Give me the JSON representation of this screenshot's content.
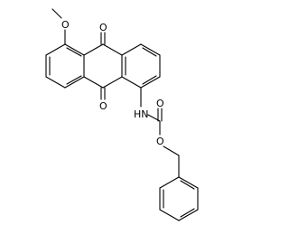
{
  "colors": {
    "bond": "#000000",
    "label": "#000000",
    "background": "#ffffff"
  },
  "labels": {
    "methoxy_o": "O",
    "quinone_o_top": "O",
    "quinone_o_bottom": "O",
    "nh": "HN",
    "carbonyl_o": "O",
    "ester_o": "O"
  }
}
